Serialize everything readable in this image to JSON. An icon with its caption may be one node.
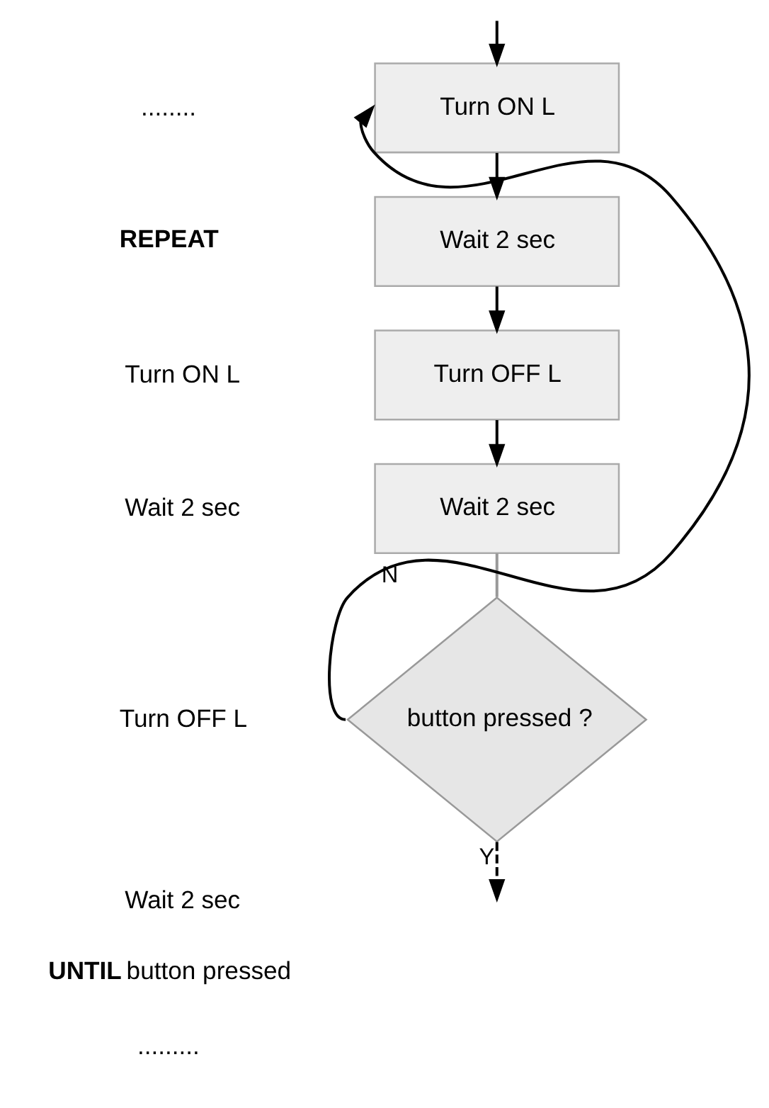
{
  "diagram": {
    "nodes": [
      {
        "text": [
          "Turn ON L"
        ]
      },
      {
        "text": [
          "Wait 2 sec"
        ]
      },
      {
        "text": [
          "Turn OFF L"
        ]
      },
      {
        "text": [
          "Wait 2 sec"
        ]
      },
      {
        "text": [
          "button pressed ?"
        ]
      }
    ],
    "edges": [
      {
        "from": null,
        "to": 0,
        "arrow": "to"
      },
      {
        "from": 0,
        "to": 1,
        "arrow": "to"
      },
      {
        "from": 1,
        "to": 2,
        "arrow": "to"
      },
      {
        "from": 2,
        "to": 3,
        "arrow": "to"
      },
      {
        "from": 3,
        "to": 4,
        "arrow": "none",
        "color": "#999999"
      },
      {
        "from": 4,
        "to": 0,
        "label": "N",
        "arrow": "to"
      },
      {
        "from": 4,
        "to": null,
        "label": "Y",
        "arrow": "to",
        "style": "dashed"
      }
    ],
    "labels": [
      "........",
      "REPEAT",
      "Turn ON L",
      "Wait 2 sec",
      "Turn OFF L",
      "Wait 2 sec",
      "**UNTIL** button pressed",
      "........."
    ]
  }
}
